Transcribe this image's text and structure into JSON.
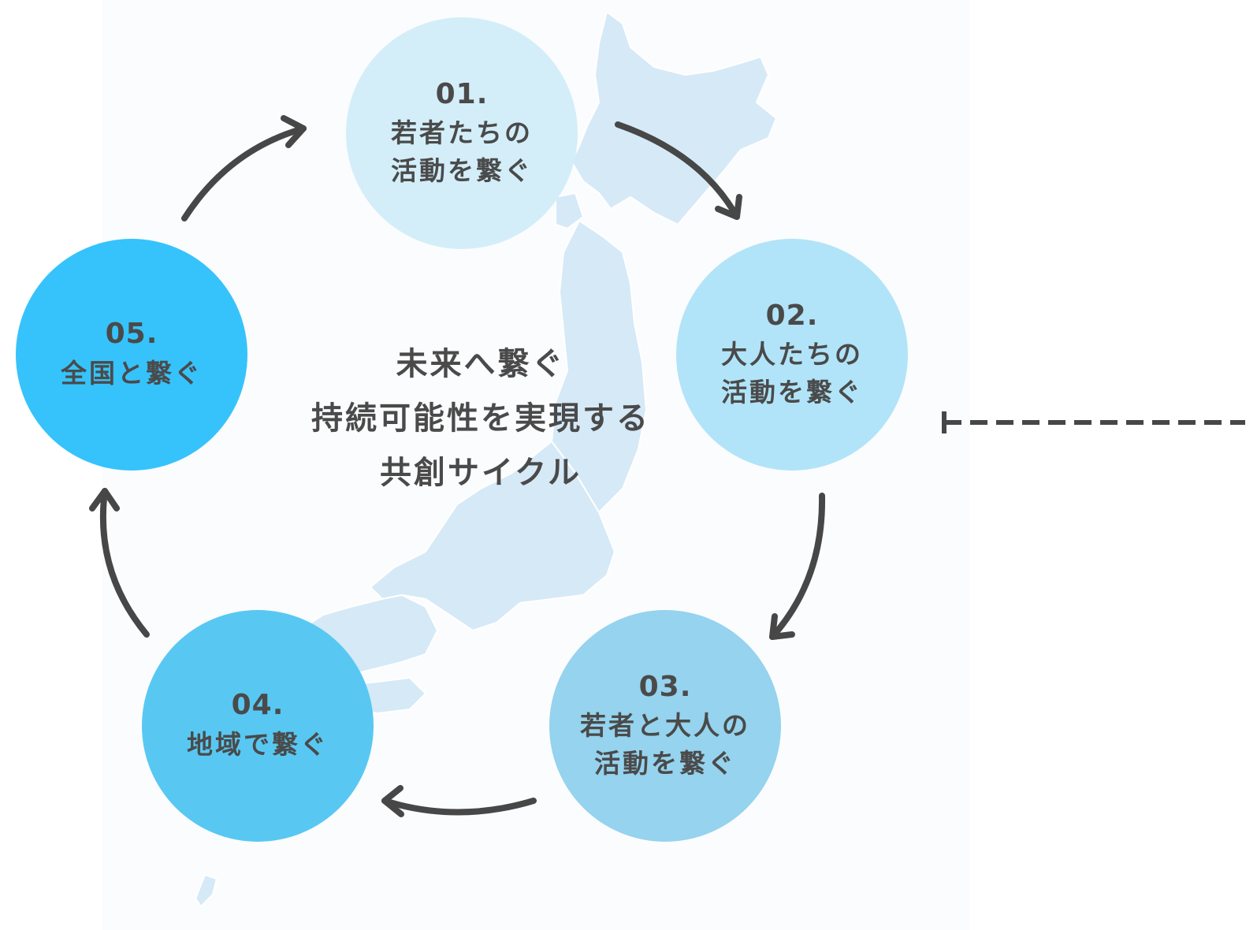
{
  "center": {
    "line1": "未来へ繋ぐ",
    "line2": "持続可能性を実現する",
    "line3": "共創サイクル"
  },
  "steps": [
    {
      "num": "01.",
      "line1": "若者たちの",
      "line2": "活動を繋ぐ",
      "color": "#d3eef9"
    },
    {
      "num": "02.",
      "line1": "大人たちの",
      "line2": "活動を繋ぐ",
      "color": "#b1e4f8"
    },
    {
      "num": "03.",
      "line1": "若者と大人の",
      "line2": "活動を繋ぐ",
      "color": "#95d3ee"
    },
    {
      "num": "04.",
      "line1": "地域で繋ぐ",
      "line2": "",
      "color": "#58c8f3"
    },
    {
      "num": "05.",
      "line1": "全国と繋ぐ",
      "line2": "",
      "color": "#36c3fb"
    }
  ],
  "colors": {
    "text": "#4a4a4a",
    "arrow": "#474747",
    "map": "#d2e7f7"
  }
}
